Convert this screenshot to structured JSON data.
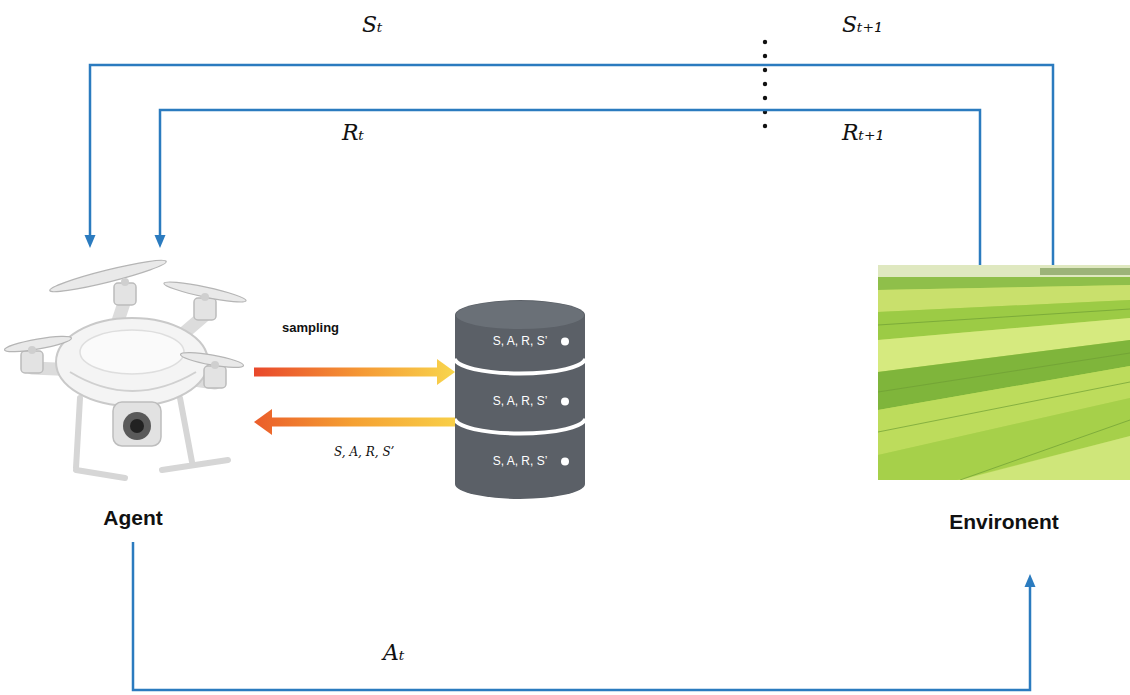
{
  "diagram": {
    "nodes": [
      {
        "text": [
          "Agent"
        ]
      },
      {
        "text": [
          "S, A, R, S’",
          "S, A, R, S’",
          "S, A, R, S’"
        ]
      },
      {
        "text": [
          "Environent"
        ]
      }
    ],
    "edges": [
      {
        "from": 2,
        "to": 0,
        "label": "Sₜ",
        "arrow": "to"
      },
      {
        "from": 2,
        "to": 0,
        "label": "Rₜ",
        "arrow": "to"
      },
      {
        "from": 0,
        "to": 1,
        "label": "sampling",
        "arrow": "to"
      },
      {
        "from": 1,
        "to": 0,
        "label": "S, A, R, S’",
        "arrow": "to"
      },
      {
        "from": 0,
        "to": 2,
        "label": "Aₜ",
        "arrow": "to"
      }
    ],
    "labels": [
      "Sₜ₊₁",
      "Rₜ₊₁"
    ]
  }
}
